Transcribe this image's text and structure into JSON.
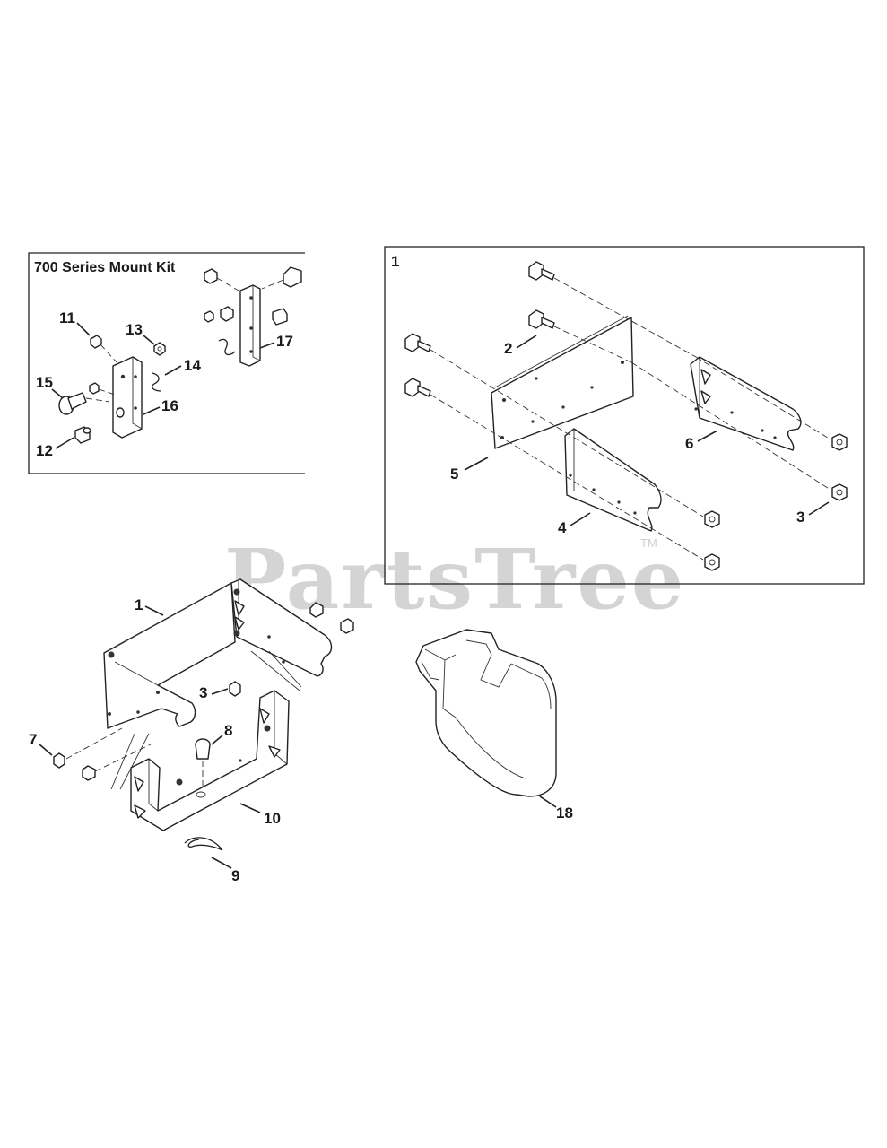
{
  "watermark": {
    "text": "PartsTree",
    "tm": "TM"
  },
  "inset_kit": {
    "title": "700 Series Mount Kit",
    "labels": {
      "l11": "11",
      "l13": "13",
      "l14": "14",
      "l15": "15",
      "l16": "16",
      "l12": "12",
      "l17": "17"
    }
  },
  "inset_assembly": {
    "title": "1",
    "labels": {
      "l2": "2",
      "l5": "5",
      "l4": "4",
      "l6": "6",
      "l3": "3"
    }
  },
  "main": {
    "labels": {
      "l1": "1",
      "l3": "3",
      "l8": "8",
      "l7": "7",
      "l10": "10",
      "l9": "9",
      "l18": "18"
    }
  }
}
